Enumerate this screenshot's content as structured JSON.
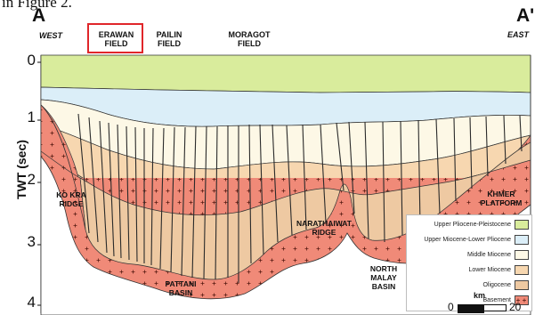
{
  "caption_text": "in Figure 2.",
  "section": {
    "left_label": "A",
    "right_label": "A'",
    "west_label": "WEST",
    "east_label": "EAST"
  },
  "fields": [
    {
      "name": "ERAWAN",
      "suffix": "FIELD",
      "highlighted": true
    },
    {
      "name": "PAILIN",
      "suffix": "FIELD",
      "highlighted": false
    },
    {
      "name": "MORAGOT",
      "suffix": "FIELD",
      "highlighted": false
    }
  ],
  "y_axis": {
    "title": "TWT (sec)",
    "ticks": [
      "0",
      "1",
      "2",
      "3",
      "4"
    ]
  },
  "features": {
    "ko_kra": {
      "line1": "KO KRA",
      "line2": "RIDGE"
    },
    "pattani": {
      "line1": "PATTANI",
      "line2": "BASIN"
    },
    "narathaiwat": {
      "line1": "NARATHAIWAT",
      "line2": "RIDGE"
    },
    "north_malay": {
      "line1": "NORTH",
      "line2": "MALAY",
      "line3": "BASIN"
    },
    "khmer": {
      "line1": "KHMER",
      "line2": "PLATFORM"
    }
  },
  "legend": [
    {
      "label": "Upper Pliocene-Pleistocene",
      "color": "#d9ec9c"
    },
    {
      "label": "Upper Miocene-Lower Pliocene",
      "color": "#dbeef8"
    },
    {
      "label": "Middle Miocene",
      "color": "#fdf8e6"
    },
    {
      "label": "Lower Miocene",
      "color": "#f7d7b0"
    },
    {
      "label": "Oligocene",
      "color": "#eec9a2"
    },
    {
      "label": "Basement",
      "color": "#f08a78"
    }
  ],
  "scale": {
    "unit": "km",
    "start": "0",
    "end": "20"
  },
  "colors": {
    "highlight_box": "#e0262a",
    "fault": "#2a2a2a"
  }
}
